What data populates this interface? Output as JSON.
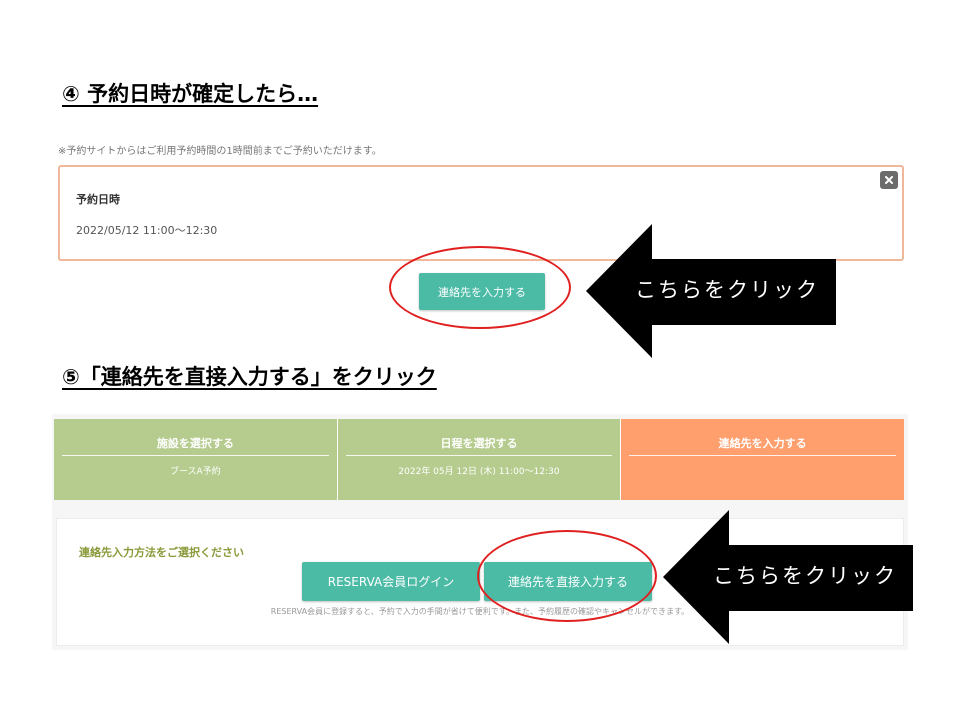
{
  "section4": {
    "heading": "④ 予約日時が確定したら…",
    "note": "※予約サイトからはご利用予約時間の1時間前までご予約いただけます。",
    "datetime_label": "予約日時",
    "datetime_value": "2022/05/12 11:00～12:30",
    "close_icon": "close-icon",
    "contact_button": "連絡先を入力する"
  },
  "section5": {
    "heading": "⑤「連絡先を直接入力する」をクリック",
    "steps": [
      {
        "title": "施設を選択する",
        "sub": "ブースA予約",
        "color": "#b5cc8e"
      },
      {
        "title": "日程を選択する",
        "sub": "2022年 05月 12日 (木) 11:00～12:30",
        "color": "#b5cc8e"
      },
      {
        "title": "連絡先を入力する",
        "sub": "",
        "color": "#fe9f6d"
      }
    ],
    "choose_title": "連絡先入力方法をご選択ください",
    "login_button": "RESERVA会員ログイン",
    "direct_button": "連絡先を直接入力する",
    "hint": "RESERVA会員に登録すると、予約で入力の手間が省けて便利です。また、予約履歴の確認やキャンセルができます。"
  },
  "callouts": {
    "label_1": "こちらをクリック",
    "label_2": "こちらをクリック"
  },
  "colors": {
    "teal": "#4cbba6",
    "green_step": "#b5cc8e",
    "orange_step": "#fe9f6d",
    "highlight_red": "#e02020",
    "box_border": "#f0b89a"
  }
}
